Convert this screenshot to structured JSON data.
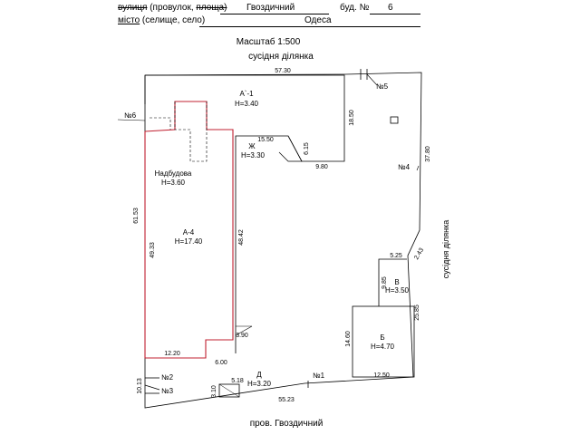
{
  "header": {
    "street_label_struck": "вулиця",
    "street_label_mid": " (провулок, ",
    "street_label_struck2": "площа)",
    "street_value": "Гвоздичний",
    "building_label": "буд. №",
    "building_value": "6",
    "city_label": "місто",
    "city_label_rest": " (селище, село)",
    "city_value": "Одеса"
  },
  "scale": "Масштаб  1:500",
  "neighbor_top": "сусідня ділянка",
  "neighbor_right": "сусідня ділянка",
  "street_bottom": "пров. Гвоздичний",
  "buildings": {
    "a1": {
      "name": "А`-1",
      "height": "Н=3.40"
    },
    "zh": {
      "name": "Ж",
      "height": "Н=3.30"
    },
    "nadbudova": {
      "name": "Надбудова",
      "height": "Н=3.60"
    },
    "a4": {
      "name": "А-4",
      "height": "Н=17.40"
    },
    "v": {
      "name": "В",
      "height": "Н=3.50"
    },
    "b": {
      "name": "Б",
      "height": "Н=4.70"
    },
    "d": {
      "name": "Д",
      "height": "Н=3.20"
    }
  },
  "markers": {
    "m1": "№1",
    "m2": "№2",
    "m3": "№3",
    "m4": "№4",
    "m5": "№5",
    "m6": "№6"
  },
  "dims": {
    "d5730": "57.30",
    "d1850": "18.50",
    "d1550": "15.50",
    "d615": "6.15",
    "d980": "9.80",
    "d3780": "37.80",
    "d6153": "61.53",
    "d4933": "49.33",
    "d4842": "48.42",
    "d525": "5.25",
    "d243": "2.43",
    "d985": "9.85",
    "d2585": "25.85",
    "d1460": "14.60",
    "d390": "3.90",
    "d1220": "12.20",
    "d600": "6.00",
    "d1250": "12.50",
    "d5523": "55.23",
    "d518": "5.18",
    "d310": "3.10",
    "d1013": "10.13"
  }
}
